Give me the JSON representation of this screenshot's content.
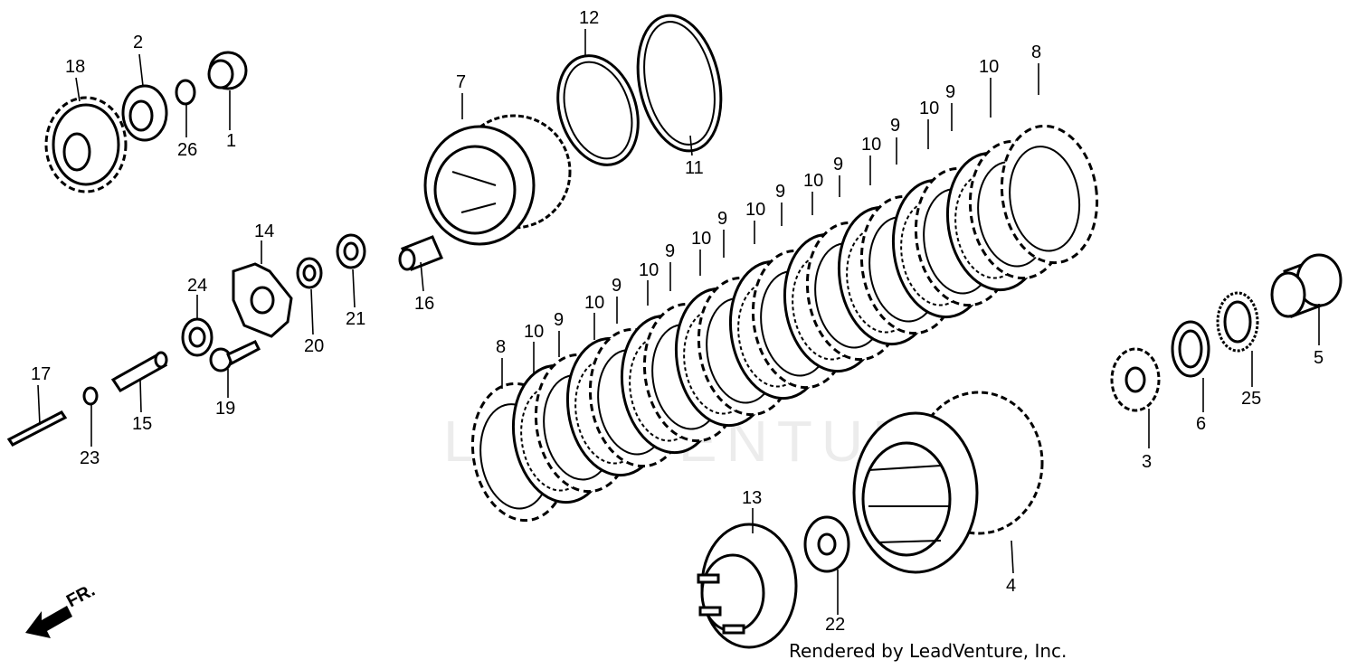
{
  "diagram": {
    "callouts": [
      {
        "id": "c18",
        "text": "18"
      },
      {
        "id": "c2",
        "text": "2"
      },
      {
        "id": "c26",
        "text": "26"
      },
      {
        "id": "c1",
        "text": "1"
      },
      {
        "id": "c7",
        "text": "7"
      },
      {
        "id": "c12",
        "text": "12"
      },
      {
        "id": "c11",
        "text": "11"
      },
      {
        "id": "c14",
        "text": "14"
      },
      {
        "id": "c24",
        "text": "24"
      },
      {
        "id": "c20",
        "text": "20"
      },
      {
        "id": "c21",
        "text": "21"
      },
      {
        "id": "c16",
        "text": "16"
      },
      {
        "id": "c19",
        "text": "19"
      },
      {
        "id": "c17",
        "text": "17"
      },
      {
        "id": "c23",
        "text": "23"
      },
      {
        "id": "c15",
        "text": "15"
      },
      {
        "id": "c13",
        "text": "13"
      },
      {
        "id": "c22",
        "text": "22"
      },
      {
        "id": "c4",
        "text": "4"
      },
      {
        "id": "c3",
        "text": "3"
      },
      {
        "id": "c6",
        "text": "6"
      },
      {
        "id": "c25",
        "text": "25"
      },
      {
        "id": "c5",
        "text": "5"
      },
      {
        "id": "c8a",
        "text": "8"
      },
      {
        "id": "c10a",
        "text": "10"
      },
      {
        "id": "c9a",
        "text": "9"
      },
      {
        "id": "c10b",
        "text": "10"
      },
      {
        "id": "c9b",
        "text": "9"
      },
      {
        "id": "c10c",
        "text": "10"
      },
      {
        "id": "c9c",
        "text": "9"
      },
      {
        "id": "c10d",
        "text": "10"
      },
      {
        "id": "c9d",
        "text": "9"
      },
      {
        "id": "c10e",
        "text": "10"
      },
      {
        "id": "c9e",
        "text": "9"
      },
      {
        "id": "c10f",
        "text": "10"
      },
      {
        "id": "c9f",
        "text": "9"
      },
      {
        "id": "c10g",
        "text": "10"
      },
      {
        "id": "c9g",
        "text": "9"
      },
      {
        "id": "c10h",
        "text": "10"
      },
      {
        "id": "c9h",
        "text": "9"
      },
      {
        "id": "c10i",
        "text": "10"
      },
      {
        "id": "c8b",
        "text": "8"
      }
    ],
    "direction_label": "FR.",
    "watermark": "LEADVENTURE",
    "credit": "Rendered by LeadVenture, Inc."
  }
}
